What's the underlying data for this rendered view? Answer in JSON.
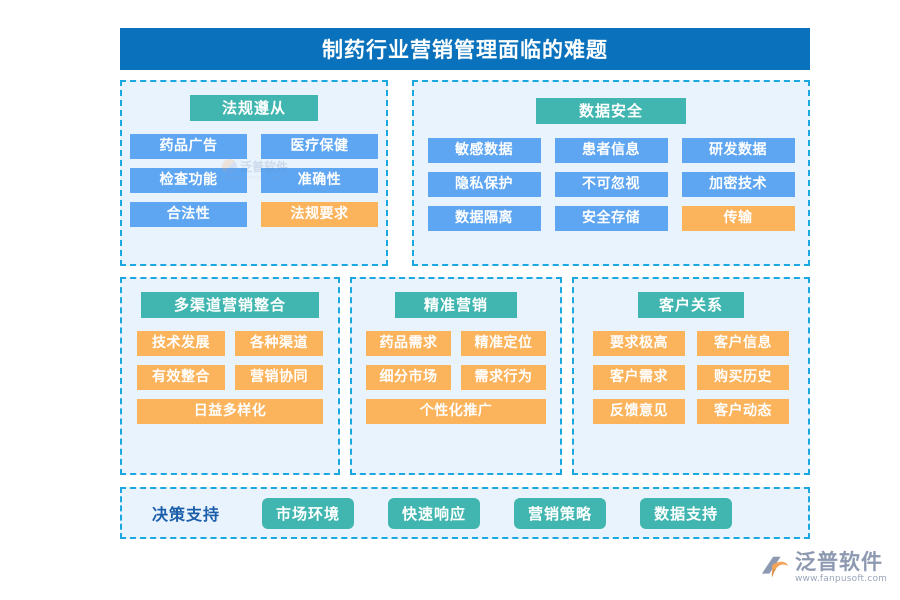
{
  "header": {
    "title": "制药行业营销管理面临的难题",
    "background_color": "#0a72bc"
  },
  "colors": {
    "banner_blue": "#0a72bc",
    "panel_border": "#1ba7e0",
    "panel_background": "#e9f3fd",
    "header_teal": "#41b6b0",
    "chip_blue": "#5fa6f2",
    "chip_orange": "#fbb35c",
    "decision_label_blue": "#1b5faa"
  },
  "panels": [
    {
      "id": "compliance",
      "header": "法规遵从",
      "items": [
        {
          "label": "药品广告",
          "color": "blue"
        },
        {
          "label": "医疗保健",
          "color": "blue"
        },
        {
          "label": "检查功能",
          "color": "blue"
        },
        {
          "label": "准确性",
          "color": "blue"
        },
        {
          "label": "合法性",
          "color": "blue"
        },
        {
          "label": "法规要求",
          "color": "orange"
        }
      ]
    },
    {
      "id": "data-security",
      "header": "数据安全",
      "items": [
        {
          "label": "敏感数据",
          "color": "blue"
        },
        {
          "label": "患者信息",
          "color": "blue"
        },
        {
          "label": "研发数据",
          "color": "blue"
        },
        {
          "label": "隐私保护",
          "color": "blue"
        },
        {
          "label": "不可忽视",
          "color": "blue"
        },
        {
          "label": "加密技术",
          "color": "blue"
        },
        {
          "label": "数据隔离",
          "color": "blue"
        },
        {
          "label": "安全存储",
          "color": "blue"
        },
        {
          "label": "传输",
          "color": "orange"
        }
      ]
    },
    {
      "id": "multichannel",
      "header": "多渠道营销整合",
      "items": [
        {
          "label": "技术发展",
          "color": "orange"
        },
        {
          "label": "各种渠道",
          "color": "orange"
        },
        {
          "label": "有效整合",
          "color": "orange"
        },
        {
          "label": "营销协同",
          "color": "orange"
        },
        {
          "label": "日益多样化",
          "color": "orange",
          "wide": true
        }
      ]
    },
    {
      "id": "precision-marketing",
      "header": "精准营销",
      "items": [
        {
          "label": "药品需求",
          "color": "orange"
        },
        {
          "label": "精准定位",
          "color": "orange"
        },
        {
          "label": "细分市场",
          "color": "orange"
        },
        {
          "label": "需求行为",
          "color": "orange"
        },
        {
          "label": "个性化推广",
          "color": "orange",
          "wide": true
        }
      ]
    },
    {
      "id": "customer-relations",
      "header": "客户关系",
      "items": [
        {
          "label": "要求极高",
          "color": "orange"
        },
        {
          "label": "客户信息",
          "color": "orange"
        },
        {
          "label": "客户需求",
          "color": "orange"
        },
        {
          "label": "购买历史",
          "color": "orange"
        },
        {
          "label": "反馈意见",
          "color": "orange"
        },
        {
          "label": "客户动态",
          "color": "orange"
        }
      ]
    }
  ],
  "decision_bar": {
    "label": "决策支持",
    "pills": [
      "市场环境",
      "快速响应",
      "营销策略",
      "数据支持"
    ]
  },
  "watermark": {
    "text": "泛普软件",
    "url": "www.fanpusoft.com"
  },
  "logo": {
    "name": "泛普软件",
    "url": "www.fanpusoft.com"
  }
}
